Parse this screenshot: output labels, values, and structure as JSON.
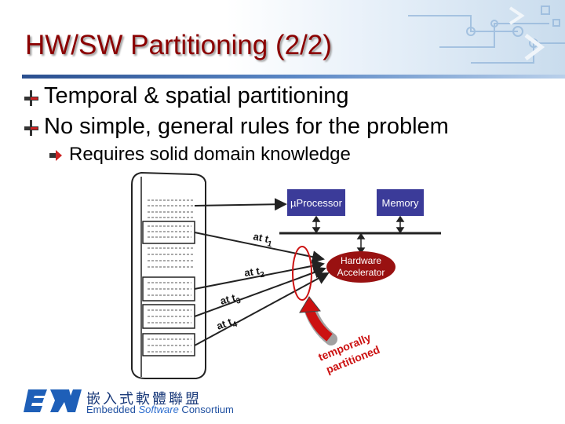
{
  "slide": {
    "title": "HW/SW Partitioning (2/2)",
    "bullets": [
      {
        "level": 1,
        "text": "Temporal & spatial partitioning"
      },
      {
        "level": 1,
        "text": "No simple, general rules for the problem"
      },
      {
        "level": 2,
        "text": "Requires solid domain knowledge"
      }
    ]
  },
  "diagram": {
    "processor_label": "µProcessor",
    "memory_label": "Memory",
    "accelerator_label_line1": "Hardware",
    "accelerator_label_line2": "Accelerator",
    "arrow_labels": [
      {
        "prefix": "at t",
        "sub": "1"
      },
      {
        "prefix": "at t",
        "sub": "2"
      },
      {
        "prefix": "at t",
        "sub": "3"
      },
      {
        "prefix": "at t",
        "sub": "4"
      }
    ],
    "annotation_line1": "temporally",
    "annotation_line2": "partitioned"
  },
  "footer": {
    "logo_text": "ESW",
    "chinese_name": "嵌入式軟體聯盟",
    "english_prefix": "Embedded ",
    "english_emph": "Software",
    "english_suffix": " Consortium"
  },
  "colors": {
    "title": "#8b0000",
    "box_fill": "#3b3b99",
    "accelerator_fill": "#991111",
    "highlight": "#cc1111"
  }
}
